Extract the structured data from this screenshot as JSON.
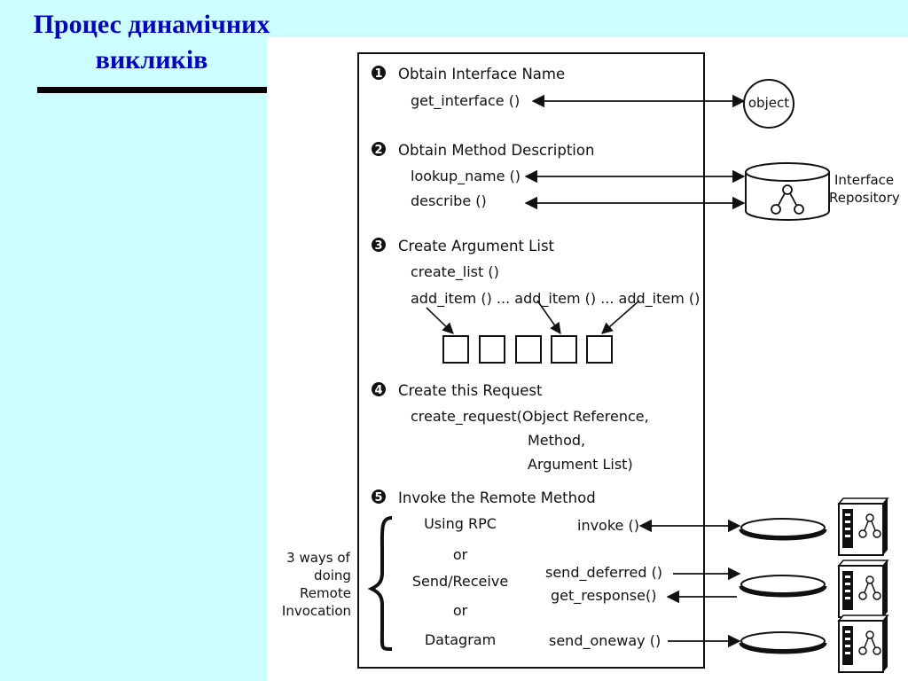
{
  "slide": {
    "title_line1": "Процес динамічних",
    "title_line2": "викликів"
  },
  "diagram": {
    "steps": [
      {
        "number": "1",
        "title": "Obtain Interface Name",
        "calls": [
          "get_interface ()"
        ]
      },
      {
        "number": "2",
        "title": "Obtain Method Description",
        "calls": [
          "lookup_name ()",
          "describe ()"
        ]
      },
      {
        "number": "3",
        "title": "Create Argument List",
        "calls": [
          "create_list ()",
          "add_item () ... add_item () ... add_item ()"
        ]
      },
      {
        "number": "4",
        "title": "Create this Request",
        "calls": [
          "create_request(Object Reference,",
          "Method,",
          "Argument List)"
        ]
      },
      {
        "number": "5",
        "title": "Invoke the Remote Method",
        "calls": []
      }
    ],
    "object_label": "object",
    "repository_label": [
      "Interface",
      "Repository"
    ],
    "ways_label": [
      "3 ways of",
      "doing",
      "Remote",
      "Invocation"
    ],
    "methods": [
      "Using RPC",
      "or",
      "Send/Receive",
      "or",
      "Datagram"
    ],
    "invocations": [
      "invoke ()",
      "send_deferred ()",
      "get_response()",
      "send_oneway ()"
    ]
  }
}
